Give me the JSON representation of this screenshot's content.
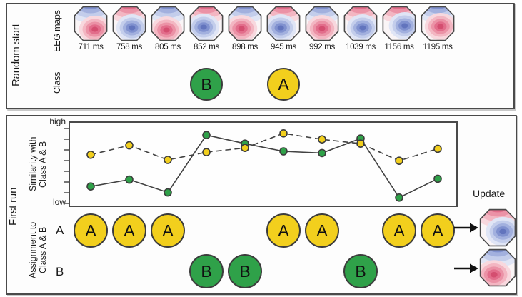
{
  "figure": {
    "top_panel": {
      "side_label": "Random start",
      "maps_row_label": "EEG maps",
      "class_row_label": "Class"
    },
    "bottom_panel": {
      "side_label": "First run",
      "ylabel_line1": "Similarity with",
      "ylabel_line2": "Class A & B",
      "y_high": "high",
      "y_low": "low",
      "assignment_line1": "Assignment to",
      "assignment_line2": "Class A & B",
      "row_a_label": "A",
      "row_b_label": "B",
      "update_label": "Update"
    }
  },
  "eeg_maps": [
    {
      "time": "711 ms",
      "top": "blue",
      "blob": "red",
      "bx": 0.62,
      "by": 0.66
    },
    {
      "time": "758 ms",
      "top": "red",
      "blob": "blue",
      "bx": 0.58,
      "by": 0.62
    },
    {
      "time": "805 ms",
      "top": "blue",
      "blob": "red",
      "bx": 0.46,
      "by": 0.68
    },
    {
      "time": "852 ms",
      "top": "red",
      "blob": "blue",
      "bx": 0.42,
      "by": 0.6
    },
    {
      "time": "898 ms",
      "top": "blue",
      "blob": "red",
      "bx": 0.4,
      "by": 0.64
    },
    {
      "time": "945 ms",
      "top": "red",
      "blob": "blue",
      "bx": 0.42,
      "by": 0.62
    },
    {
      "time": "992 ms",
      "top": "blue",
      "blob": "red",
      "bx": 0.5,
      "by": 0.64
    },
    {
      "time": "1039 ms",
      "top": "red",
      "blob": "blue",
      "bx": 0.56,
      "by": 0.62
    },
    {
      "time": "1156 ms",
      "top": "red",
      "blob": "blue",
      "bx": 0.66,
      "by": 0.56
    },
    {
      "time": "1195 ms",
      "top": "blue",
      "blob": "red",
      "bx": 0.58,
      "by": 0.58
    }
  ],
  "class_marks": [
    {
      "slot": 4,
      "label": "B",
      "class": "b"
    },
    {
      "slot": 6,
      "label": "A",
      "class": "a"
    }
  ],
  "assignment": {
    "a_slots": [
      1,
      2,
      3,
      6,
      7,
      9,
      10
    ],
    "b_slots": [
      4,
      5,
      8
    ]
  },
  "update_maps": [
    {
      "class": "A",
      "top": "red",
      "blob": "blue",
      "bx": 0.64,
      "by": 0.6
    },
    {
      "class": "B",
      "top": "blue",
      "blob": "red",
      "bx": 0.4,
      "by": 0.68
    }
  ],
  "chart_data": {
    "type": "line",
    "x": [
      "711 ms",
      "758 ms",
      "805 ms",
      "852 ms",
      "898 ms",
      "945 ms",
      "992 ms",
      "1039 ms",
      "1156 ms",
      "1195 ms"
    ],
    "series": [
      {
        "name": "Similarity with Class A",
        "marker": "yellow",
        "line": "dashed",
        "values": [
          0.61,
          0.72,
          0.55,
          0.64,
          0.69,
          0.86,
          0.79,
          0.74,
          0.54,
          0.68
        ]
      },
      {
        "name": "Similarity with Class B",
        "marker": "green",
        "line": "solid",
        "values": [
          0.24,
          0.32,
          0.17,
          0.84,
          0.74,
          0.65,
          0.63,
          0.8,
          0.11,
          0.33
        ]
      }
    ],
    "ylabel": "Similarity with Class A & B",
    "yticks": [
      "low",
      "high"
    ],
    "ylim": [
      0,
      1
    ],
    "grid": false,
    "legend": "none"
  },
  "colors": {
    "class_a_yellow": "#F2CF1D",
    "class_b_green": "#2FA149",
    "line_gray": "#424242",
    "marker_stroke": "#3c3c3c",
    "map_red_dark": "#d44e70",
    "map_blue_dark": "#6274bd",
    "panel_border": "#4a4a4a"
  }
}
